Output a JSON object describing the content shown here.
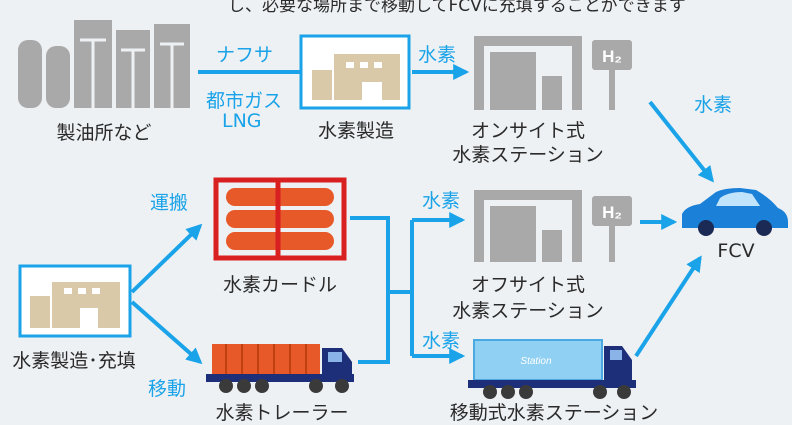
{
  "top_caption": "し、必要な場所まで移動してFCVに充填することができます",
  "labels": {
    "refinery": "製油所など",
    "naphtha": "ナフサ",
    "city_gas": "都市ガス",
    "lng": "LNG",
    "h2_production": "水素製造",
    "hydrogen": "水素",
    "onsite_station_1": "オンサイト式",
    "onsite_station_2": "水素ステーション",
    "fcv": "FCV",
    "transport": "運搬",
    "curdle": "水素カードル",
    "production_filling": "水素製造･充填",
    "offsite_station_1": "オフサイト式",
    "offsite_station_2": "水素ステーション",
    "move": "移動",
    "trailer": "水素トレーラー",
    "mobile_station": "移動式水素ステーション",
    "station_sign": "H₂",
    "truck_logo": "Station"
  },
  "colors": {
    "accent_blue": "#1aa3e8",
    "building_beige": "#d9c9a8",
    "cylinder_orange": "#e8592a",
    "frame_red": "#d92020",
    "truck_navy": "#1e2f7a",
    "gray": "#a9a9a9"
  }
}
